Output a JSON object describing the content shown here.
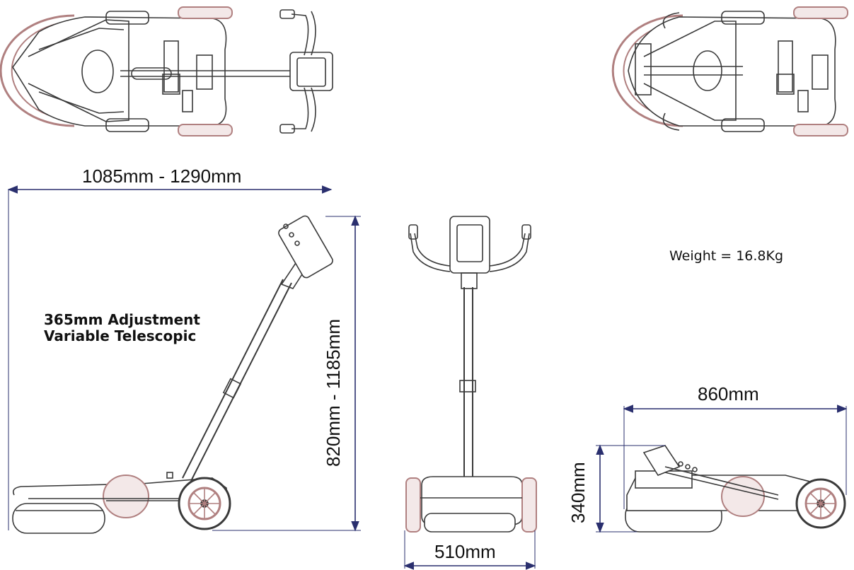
{
  "labels": {
    "length_range": "1085mm - 1290mm",
    "height_range": "820mm - 1185mm",
    "adjustment_line1": "365mm Adjustment",
    "adjustment_line2": "Variable Telescopic",
    "width": "510mm",
    "weight": "Weight = 16.8Kg",
    "folded_length": "860mm",
    "folded_height": "340mm"
  },
  "colors": {
    "line": "#3a3a3a",
    "dimension": "#2a2f6e",
    "wheel_tint": "#b08080",
    "wheel_fill": "#f3e8e8"
  }
}
